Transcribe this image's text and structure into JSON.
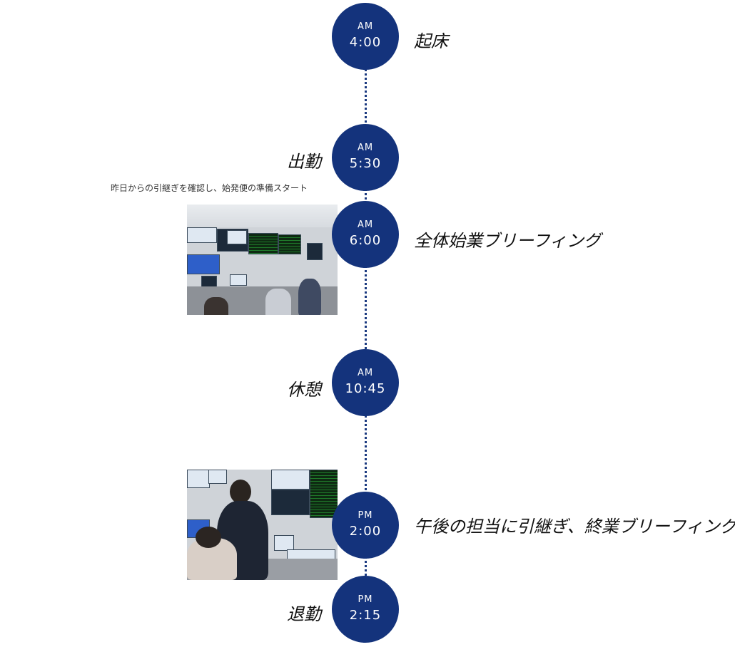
{
  "events": [
    {
      "ampm": "AM",
      "time": "4:00",
      "label": "起床"
    },
    {
      "ampm": "AM",
      "time": "5:30",
      "label": "出勤"
    },
    {
      "ampm": "AM",
      "time": "6:00",
      "label": "全体始業ブリーフィング"
    },
    {
      "ampm": "AM",
      "time": "10:45",
      "label": "休憩"
    },
    {
      "ampm": "PM",
      "time": "2:00",
      "label": "午後の担当に引継ぎ、終業ブリーフィング"
    },
    {
      "ampm": "PM",
      "time": "2:15",
      "label": "退勤"
    }
  ],
  "note": "昨日からの引継ぎを確認し、始発便の準備スタート",
  "colors": {
    "node": "#14337c",
    "line": "#1b3a80"
  }
}
